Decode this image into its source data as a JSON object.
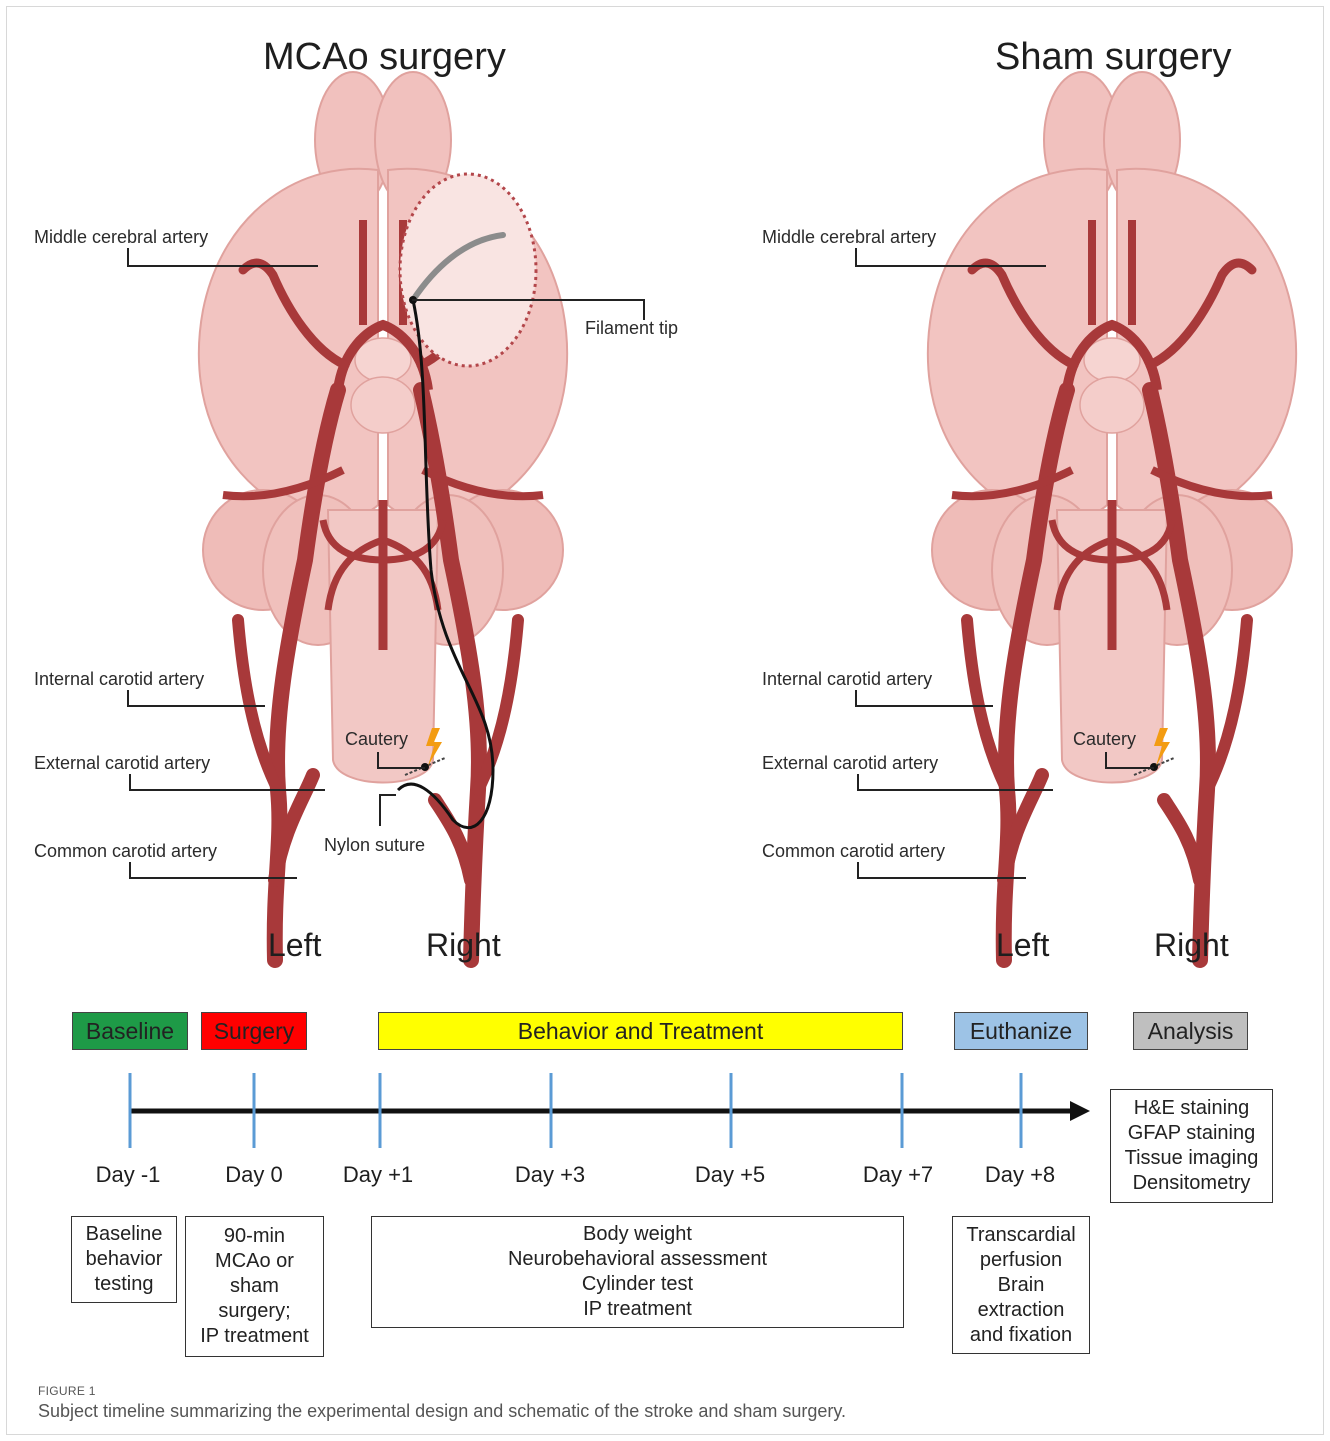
{
  "panels": {
    "mcao_title": "MCAo surgery",
    "sham_title": "Sham surgery"
  },
  "labels": {
    "middle_cerebral_artery": "Middle cerebral artery",
    "internal_carotid_artery": "Internal carotid artery",
    "external_carotid_artery": "External carotid artery",
    "common_carotid_artery": "Common carotid artery",
    "filament_tip": "Filament tip",
    "cautery": "Cautery",
    "nylon_suture": "Nylon suture",
    "left": "Left",
    "right": "Right"
  },
  "timeline": {
    "phases": [
      {
        "label": "Baseline",
        "color": "#1e9a47"
      },
      {
        "label": "Surgery",
        "color": "#ff0000"
      },
      {
        "label": "Behavior and Treatment",
        "color": "#ffff00"
      },
      {
        "label": "Euthanize",
        "color": "#9dc3e6"
      },
      {
        "label": "Analysis",
        "color": "#bfbfbf"
      }
    ],
    "days": [
      "Day -1",
      "Day 0",
      "Day +1",
      "Day +3",
      "Day +5",
      "Day +7",
      "Day +8"
    ],
    "boxes": {
      "baseline": [
        "Baseline",
        "behavior",
        "testing"
      ],
      "surgery": [
        "90-min",
        "MCAo or",
        "sham",
        "surgery;",
        "IP treatment"
      ],
      "behavior": [
        "Body weight",
        "Neurobehavioral assessment",
        "Cylinder test",
        "IP treatment"
      ],
      "euthanize": [
        "Transcardial",
        "perfusion",
        "Brain",
        "extraction",
        "and fixation"
      ],
      "analysis": [
        "H&E staining",
        "GFAP staining",
        "Tissue imaging",
        "Densitometry"
      ]
    }
  },
  "caption": {
    "label": "FIGURE 1",
    "text": "Subject timeline summarizing the experimental design and schematic of the stroke and sham surgery."
  },
  "colors": {
    "brain": "#f2c4c1",
    "brain_shade": "#e7aaa6",
    "artery": "#a8393a",
    "artery_dark": "#7d2326",
    "timeline_tick": "#5b9bd5"
  }
}
